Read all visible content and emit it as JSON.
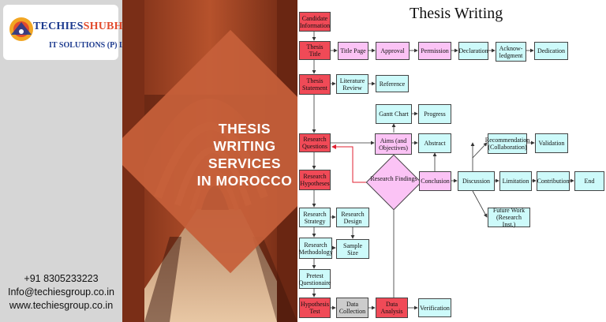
{
  "brand": {
    "name_part1": "TECHIES",
    "name_part2": "SHUBH DEEP",
    "tagline": "IT SOLUTIONS (P) Ltd."
  },
  "headline": {
    "line1": "THESIS",
    "line2": "WRITING",
    "line3": "SERVICES",
    "line4": "IN MOROCCO"
  },
  "contact": {
    "phone": "+91 8305233223",
    "email": "Info@techiesgroup.co.in",
    "website": "www.techiesgroup.co.in"
  },
  "flowchart": {
    "title": "Thesis Writing",
    "nodes": {
      "candidate_information": "Candidate Information",
      "thesis_title": "Thesis Title",
      "title_page": "Title Page",
      "approval": "Approval",
      "permission": "Permission",
      "declaration": "Declaration",
      "acknowledgement": "Acknow-ledgment",
      "dedication": "Dedication",
      "thesis_statement": "Thesis Statement",
      "literature_review": "Literature Review",
      "reference": "Reference",
      "gantt_chart": "Gantt Chart",
      "progress": "Progress",
      "research_questions": "Research Questions",
      "aims_objectives": "Aims (and Objectives)",
      "abstract": "Abstract",
      "recommendation": "Recommendation (Collaboration)",
      "validation": "Validation",
      "research_hypotheses": "Research Hypotheses",
      "research_findings": "Research Findings",
      "conclusion": "Conclusion",
      "discussion": "Discussion",
      "limitation": "Limitation",
      "contribution": "Contribution",
      "end": "End",
      "future_work": "Future Work (Research Inst.)",
      "research_strategy": "Research Strategy",
      "research_design": "Research Design",
      "research_methodology": "Research Methodology",
      "sample_size": "Sample Size",
      "pretest_questionnaire": "Pretest Questionaire",
      "hypothesis_test": "Hypothesis Test",
      "data_collection": "Data Collection",
      "data_analysis": "Data Analysis",
      "verification": "Verification"
    }
  },
  "colors": {
    "accent_orange": "#c6603a",
    "brand_blue": "#1d3b8f",
    "node_red": "#f04a57",
    "node_cyan": "#cdfafa",
    "node_pink": "#fbc3f5",
    "node_grey": "#cccccc"
  }
}
